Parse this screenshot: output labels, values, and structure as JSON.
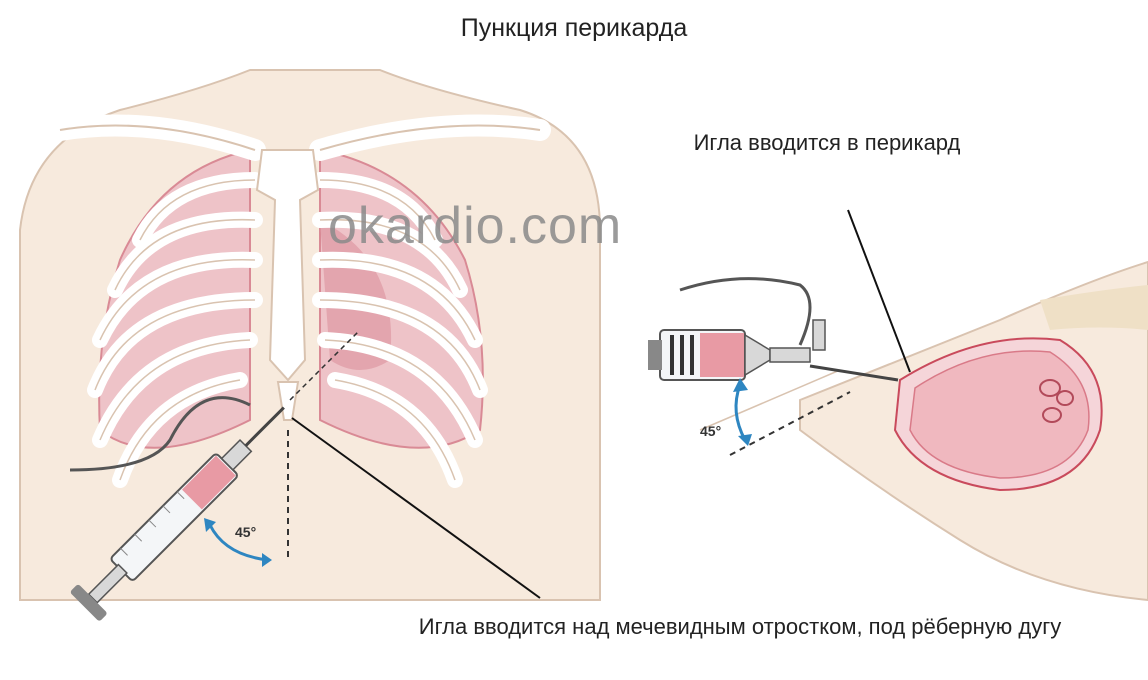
{
  "title": "Пункция перикарда",
  "watermark": "okardio.com",
  "labels": {
    "needle_into_pericardium": "Игла вводится в перикард",
    "needle_above_xiphoid": "Игла вводится над мечевидным отростком, под рёберную дугу"
  },
  "angles": {
    "left": "45°",
    "right": "45°"
  },
  "colors": {
    "skin": "#f7eadd",
    "skin_outline": "#d9c3b0",
    "lung": "#eec3c8",
    "lung_dark": "#d98a95",
    "bone": "#ffffff",
    "heart": "#f0b8bf",
    "arrow": "#2e86c1"
  }
}
